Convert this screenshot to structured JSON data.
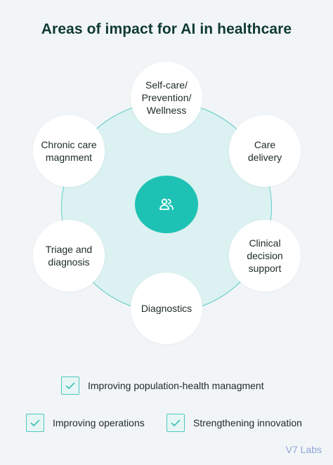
{
  "title": "Areas of impact for AI in healthcare",
  "center_icon": "people-icon",
  "nodes": [
    {
      "label": "Self-care/\nPrevention/\nWellness"
    },
    {
      "label": "Care\ndelivery"
    },
    {
      "label": "Clinical\ndecision\nsupport"
    },
    {
      "label": "Diagnostics"
    },
    {
      "label": "Triage and\ndiagnosis"
    },
    {
      "label": "Chronic care\nmagnment"
    }
  ],
  "legend": [
    {
      "label": "Improving population-health managment",
      "icon": "check-icon"
    },
    {
      "label": "Improving operations",
      "icon": "check-icon"
    },
    {
      "label": "Strengthening innovation",
      "icon": "check-icon"
    }
  ],
  "footer": "V7 Labs",
  "colors": {
    "accent": "#1ec2b4",
    "ring": "#5ccbc8",
    "circle_fill": "#dcf1f1",
    "title": "#0f3a34",
    "footer": "#8ea4d8"
  }
}
